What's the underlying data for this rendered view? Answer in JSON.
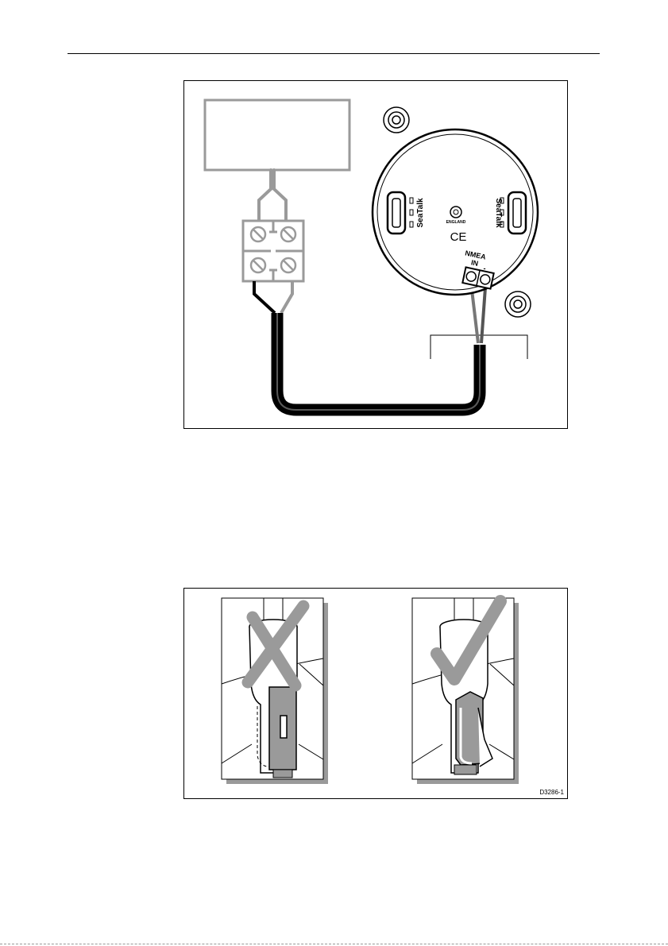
{
  "wiring_figure": {
    "left_port_label": "SeaTalk",
    "right_port_label": "SeaTalk",
    "country_label": "ENGLAND",
    "ce_mark": "CE",
    "nmea_label": "NMEA",
    "in_label": "IN",
    "plus_label": "+",
    "minus_label": "-"
  },
  "spade_figure": {
    "wrong_icon": "cross-icon",
    "correct_icon": "check-icon",
    "drawing_ref": "D3286-1"
  }
}
